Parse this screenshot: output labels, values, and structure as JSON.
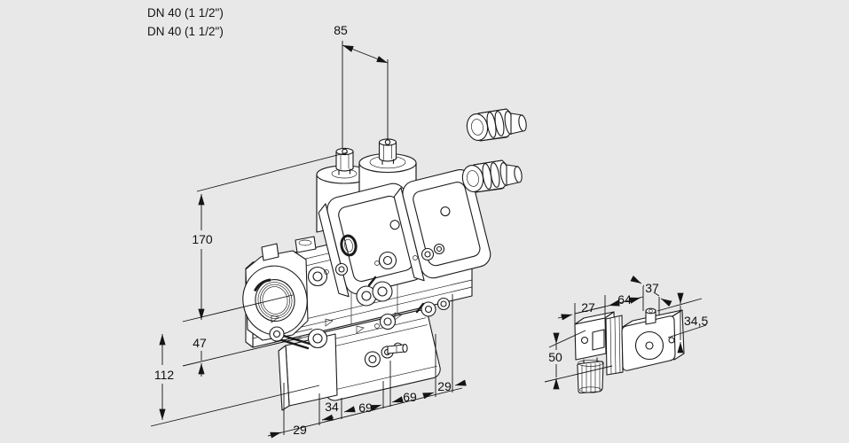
{
  "title_labels": {
    "dn_top": "DN 40 (1 1/2\")",
    "dn_bottom": "DN 40 (1 1/2\")"
  },
  "dimensions": {
    "stem_spacing": "85",
    "height_above_axis": "170",
    "axis_to_body_base": "47",
    "height_below_axis": "112",
    "depth_offset_left": "29",
    "base_width_left": "34",
    "flange_spacing_1": "69",
    "flange_spacing_2": "69",
    "depth_offset_right": "29"
  },
  "coil_dimensions": {
    "plug_depth": "27",
    "coil_length": "64",
    "coil_width": "37",
    "coil_height": "34,5",
    "plug_assembly_height": "50"
  },
  "colors": {
    "background": "#e8e8e8",
    "line": "#1b1b1b",
    "dimension_text": "#0f0f0f"
  }
}
